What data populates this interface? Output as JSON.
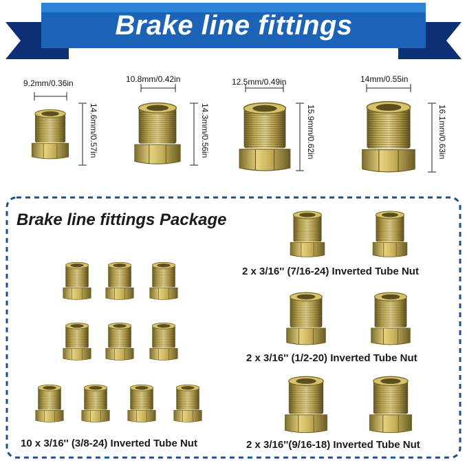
{
  "banner": {
    "title": "Brake line fittings"
  },
  "dimensions": [
    {
      "id": "fit1",
      "width": "9.2mm/0.36in",
      "height": "14.6mm/0.57in"
    },
    {
      "id": "fit2",
      "width": "10.8mm/0.42in",
      "height": "14.3mm/0.56in"
    },
    {
      "id": "fit3",
      "width": "12.5mm/0.49in",
      "height": "15.9mm/0.62in"
    },
    {
      "id": "fit4",
      "width": "14mm/0.55in",
      "height": "16.1mm/0.63in"
    }
  ],
  "package": {
    "title": "Brake line fittings Package",
    "groups": [
      {
        "caption": "10 x 3/16'' (3/8-24) Inverted Tube Nut"
      },
      {
        "caption": "2 x 3/16'' (7/16-24) Inverted Tube Nut"
      },
      {
        "caption": "2 x 3/16'' (1/2-20) Inverted Tube Nut"
      },
      {
        "caption": "2 x 3/16''(9/16-18) Inverted Tube Nut"
      }
    ]
  },
  "colors": {
    "banner_dark": "#0d2f73",
    "banner_main": "#1c63b8",
    "banner_light": "#2f83d6",
    "dashed_border": "#1f4f8a",
    "brass_light": "#e3cf7a",
    "brass_mid": "#b8a24e",
    "brass_dark": "#6f6128"
  }
}
